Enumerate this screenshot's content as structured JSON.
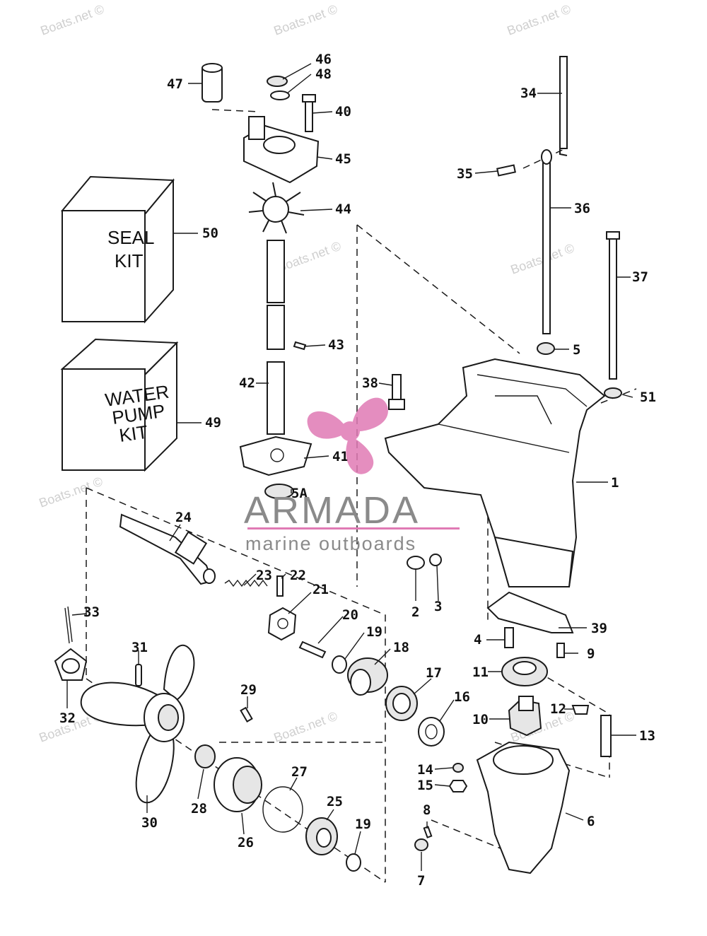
{
  "watermark": "Boats.net ©",
  "brand": {
    "name": "ARMADA",
    "tagline": "marine outboards",
    "accent_color": "#e07ab4",
    "text_color": "#8a8a8a"
  },
  "kits": {
    "seal_line1": "SEAL",
    "seal_line2": "KIT",
    "pump_line1": "WATER",
    "pump_line2": "PUMP",
    "pump_line3": "KIT"
  },
  "parts": {
    "p1": "1",
    "p2": "2",
    "p3": "3",
    "p4": "4",
    "p5": "5",
    "p5a": "5A",
    "p6": "6",
    "p7": "7",
    "p8": "8",
    "p9": "9",
    "p10": "10",
    "p11": "11",
    "p12": "12",
    "p13": "13",
    "p14": "14",
    "p15": "15",
    "p16": "16",
    "p17": "17",
    "p18": "18",
    "p19": "19",
    "p20": "20",
    "p21": "21",
    "p22": "22",
    "p23": "23",
    "p24": "24",
    "p25": "25",
    "p26": "26",
    "p27": "27",
    "p28": "28",
    "p29": "29",
    "p30": "30",
    "p31": "31",
    "p32": "32",
    "p33": "33",
    "p34": "34",
    "p35": "35",
    "p36": "36",
    "p37": "37",
    "p38": "38",
    "p39": "39",
    "p40": "40",
    "p41": "41",
    "p42": "42",
    "p43": "43",
    "p44": "44",
    "p45": "45",
    "p46": "46",
    "p47": "47",
    "p48": "48",
    "p49": "49",
    "p50": "50",
    "p51": "51"
  }
}
